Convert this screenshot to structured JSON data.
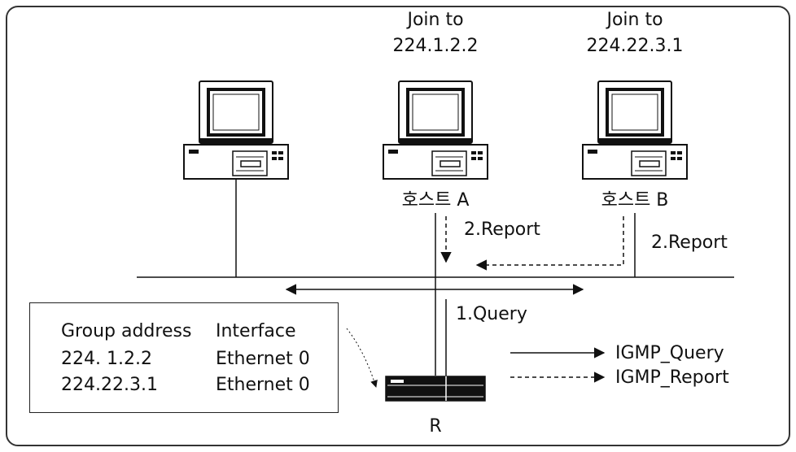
{
  "colors": {
    "line": "#222222",
    "background": "#ffffff"
  },
  "hosts": [
    {
      "join_line1": "",
      "join_line2": "",
      "name": ""
    },
    {
      "join_line1": "Join to",
      "join_line2": "224.1.2.2",
      "name": "호스트 A"
    },
    {
      "join_line1": "Join to",
      "join_line2": "224.22.3.1",
      "name": "호스트 B"
    }
  ],
  "router": {
    "name": "R"
  },
  "messages": {
    "report_a": "2.Report",
    "report_b": "2.Report",
    "query": "1.Query"
  },
  "legend": {
    "query": "IGMP_Query",
    "report": "IGMP_Report"
  },
  "group_table": {
    "header_group": "Group address",
    "header_interface": "Interface",
    "rows": [
      {
        "group": "224. 1.2.2",
        "interface": "Ethernet 0"
      },
      {
        "group": "224.22.3.1",
        "interface": "Ethernet 0"
      }
    ]
  },
  "icons": [
    "computer-icon",
    "router-icon"
  ]
}
